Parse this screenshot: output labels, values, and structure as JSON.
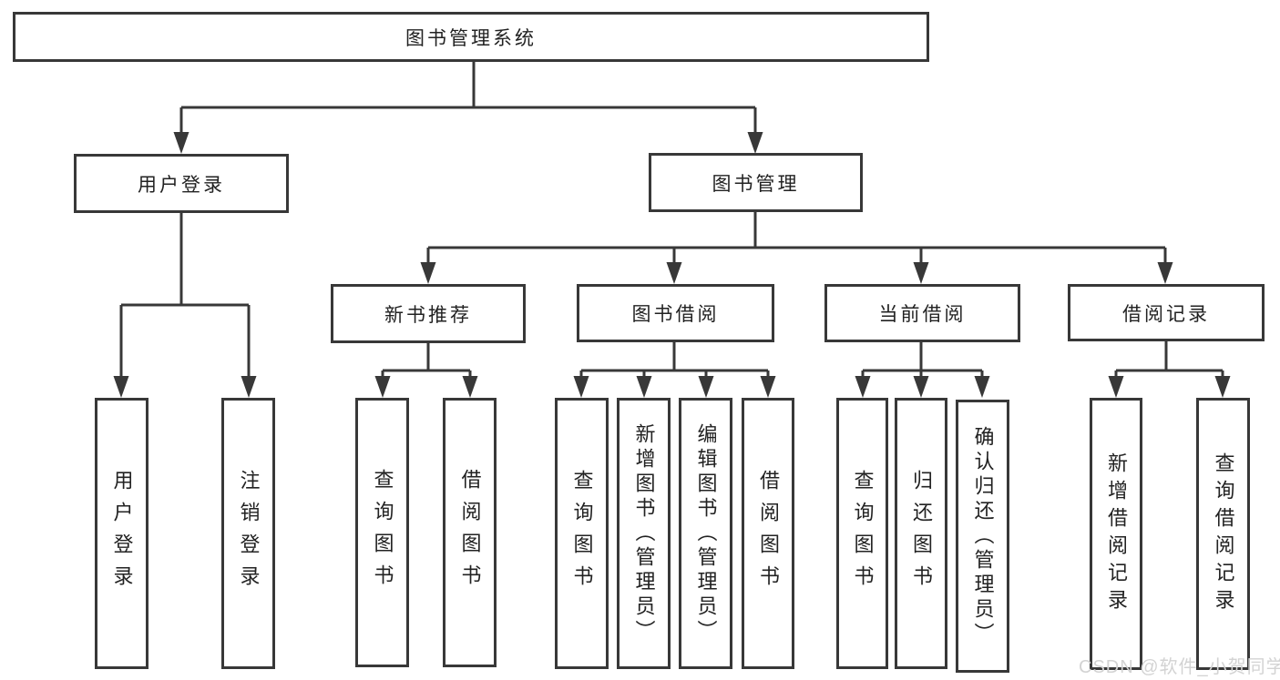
{
  "tree": {
    "root": {
      "label": "图书管理系统"
    },
    "branches": [
      {
        "label": "用户登录",
        "children": [
          {
            "label": "用户登录"
          },
          {
            "label": "注销登录"
          }
        ]
      },
      {
        "label": "图书管理",
        "children": [
          {
            "label": "新书推荐",
            "children": [
              {
                "label": "查询图书"
              },
              {
                "label": "借阅图书"
              }
            ]
          },
          {
            "label": "图书借阅",
            "children": [
              {
                "label": "查询图书"
              },
              {
                "label": "新增图书（管理员）"
              },
              {
                "label": "编辑图书（管理员）"
              },
              {
                "label": "借阅图书"
              }
            ]
          },
          {
            "label": "当前借阅",
            "children": [
              {
                "label": "查询图书"
              },
              {
                "label": "归还图书"
              },
              {
                "label": "确认归还（管理员）"
              }
            ]
          },
          {
            "label": "借阅记录",
            "children": [
              {
                "label": "新增借阅记录"
              },
              {
                "label": "查询借阅记录"
              }
            ]
          }
        ]
      }
    ]
  },
  "watermark": {
    "text": "CSDN @软件_小贺同学"
  },
  "colors": {
    "line": "#383838",
    "box_border": "#383838",
    "text": "#222222",
    "background": "#ffffff",
    "watermark": "#d3d3d3"
  }
}
